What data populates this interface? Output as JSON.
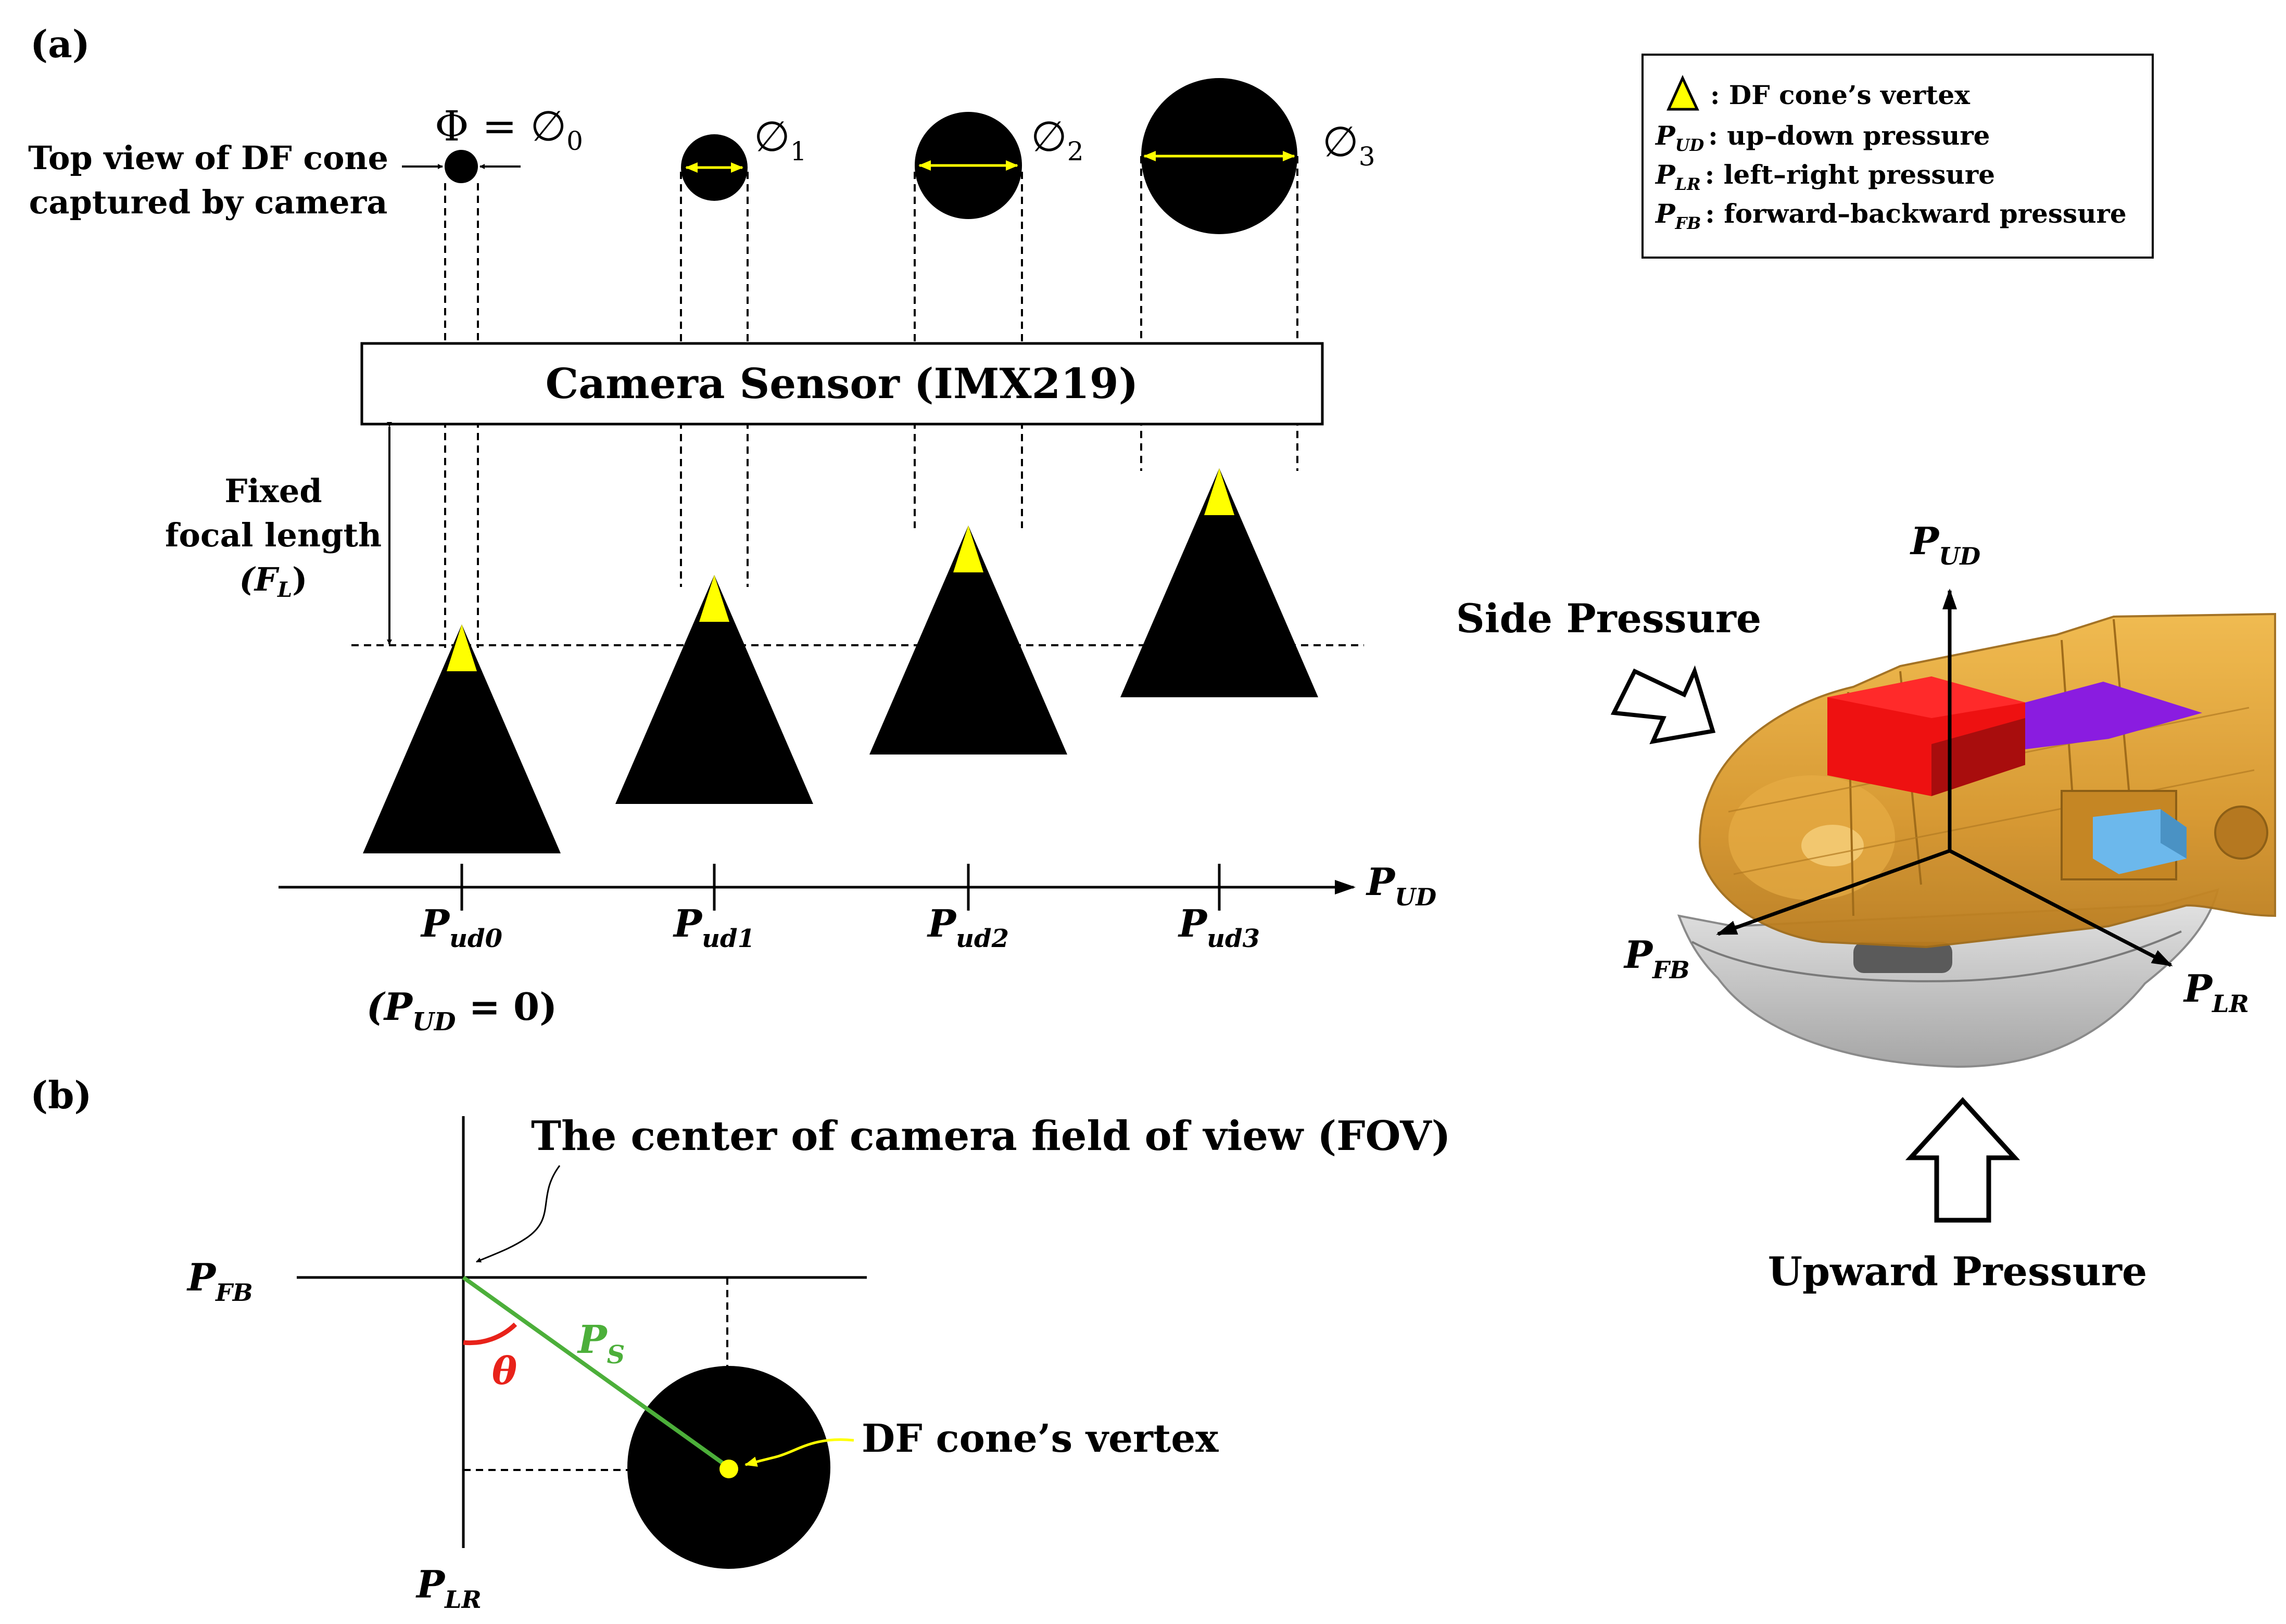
{
  "panel_labels": {
    "a": "(a)",
    "b": "(b)"
  },
  "legend": {
    "vertex": ": DF cone’s vertex",
    "pud_sym": "P",
    "pud_sub": "UD",
    "pud_text": ": up–down pressure",
    "plr_sym": "P",
    "plr_sub": "LR",
    "plr_text": ": left–right pressure",
    "pfb_sym": "P",
    "pfb_sub": "FB",
    "pfb_text": ": forward–backward pressure"
  },
  "panel_a": {
    "phi_label": "Φ = ∅",
    "phi_sub": "0",
    "topview_line1": "Top view of DF cone",
    "topview_line2": "captured by camera",
    "diam_labels": [
      {
        "sym": "∅",
        "sub": "1"
      },
      {
        "sym": "∅",
        "sub": "2"
      },
      {
        "sym": "∅",
        "sub": "3"
      }
    ],
    "camera_label": "Camera Sensor (IMX219)",
    "focal_line1": "Fixed",
    "focal_line2": "focal length",
    "focal_sym": "(F",
    "focal_sub": "L",
    "focal_close": ")",
    "axis_sym": "P",
    "axis_sub": "UD",
    "ticks": [
      {
        "sym": "P",
        "sub": "ud0"
      },
      {
        "sym": "P",
        "sub": "ud1"
      },
      {
        "sym": "P",
        "sub": "ud2"
      },
      {
        "sym": "P",
        "sub": "ud3"
      }
    ],
    "zero_open": "(P",
    "zero_sub": "UD",
    "zero_close": " = 0)"
  },
  "model3d": {
    "pud_sym": "P",
    "pud_sub": "UD",
    "pfb_sym": "P",
    "pfb_sub": "FB",
    "plr_sym": "P",
    "plr_sub": "LR",
    "side_pressure": "Side Pressure",
    "upward_pressure": "Upward Pressure"
  },
  "panel_b": {
    "fov_label": "The center of camera field of view (FOV)",
    "pfb_sym": "P",
    "pfb_sub": "FB",
    "plr_sym": "P",
    "plr_sub": "LR",
    "ps_sym": "P",
    "ps_sub": "S",
    "theta": "θ",
    "vertex_label": "DF cone’s vertex"
  },
  "colors": {
    "vertex_yellow": "#ffff00",
    "ps_green": "#4caf3a",
    "theta_red": "#e8221a",
    "body_orange": "#d89a2e",
    "sensor_red": "#ee1111",
    "purple_block": "#8a1ce0",
    "blue_block": "#6cb8ec",
    "lens_gray": "#c8c8c8"
  }
}
